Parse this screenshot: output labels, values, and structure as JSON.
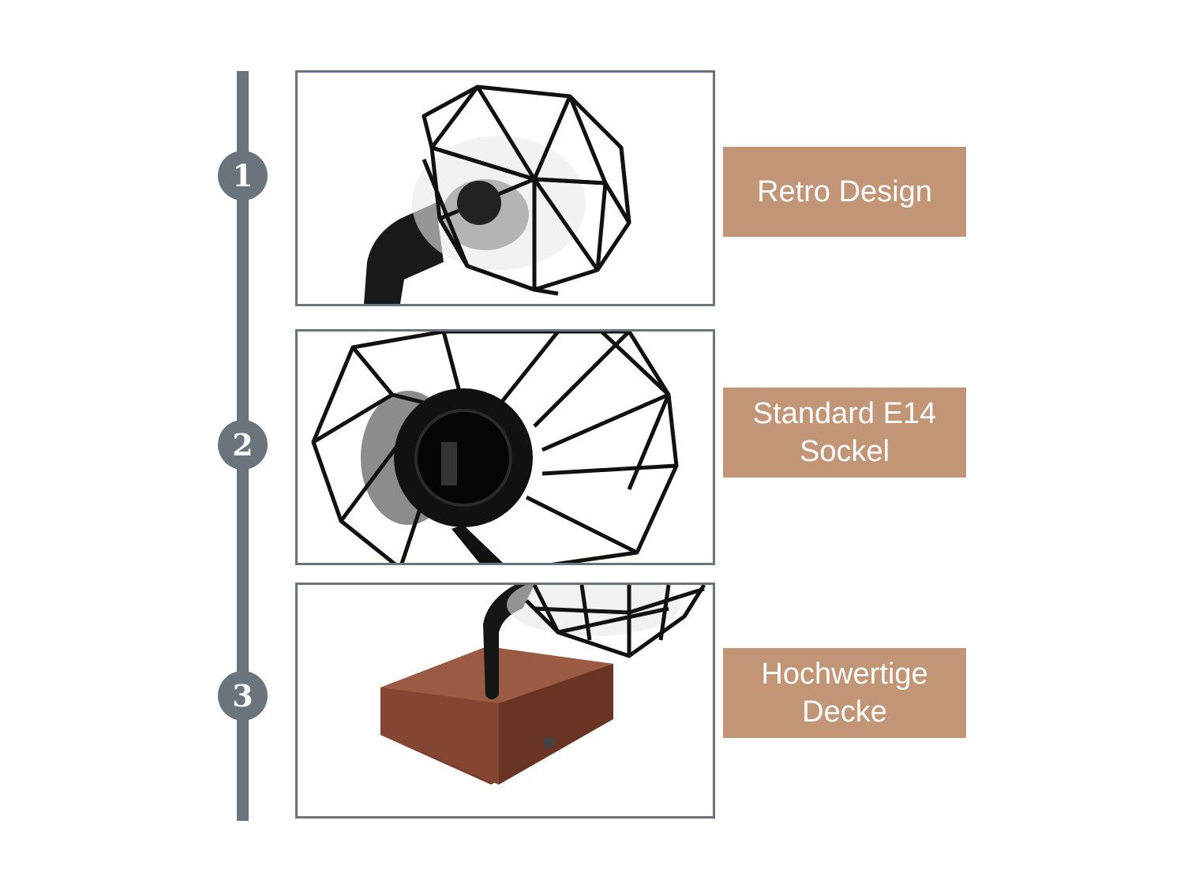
{
  "features": [
    {
      "number": "1",
      "lines": [
        "Retro Design"
      ],
      "icon": "cage-lamp-head-side-photo"
    },
    {
      "number": "2",
      "lines": [
        "Standard E14",
        "Sockel"
      ],
      "icon": "e14-socket-front-photo"
    },
    {
      "number": "3",
      "lines": [
        "Hochwertige",
        "Decke"
      ],
      "icon": "wooden-base-photo"
    }
  ],
  "colors": {
    "timeline": "#69747c",
    "label_background": "#c39577",
    "label_text": "#ffffff",
    "wood": "#8a4a36"
  }
}
